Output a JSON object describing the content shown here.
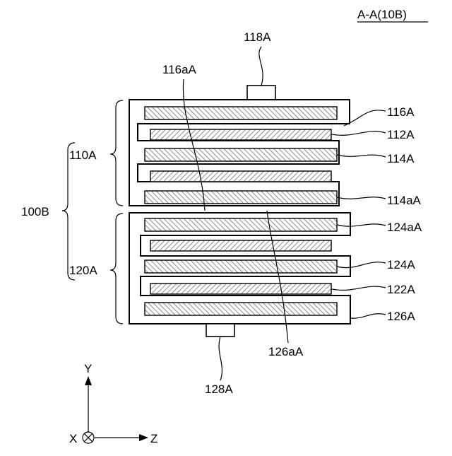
{
  "view_label": "A-A(10B)",
  "labels": {
    "battery": "100B",
    "group_top": "110A",
    "group_bottom": "120A",
    "tab_top": "118A",
    "tab_bottom": "128A",
    "collector_top": "116aA",
    "collector_bottom": "126aA",
    "r116A": "116A",
    "r112A": "112A",
    "r114A": "114A",
    "r114aA": "114aA",
    "r124aA": "124aA",
    "r124A": "124A",
    "r122A": "122A",
    "r126A": "126A"
  },
  "axes": {
    "y": "Y",
    "z": "Z",
    "x": "X"
  }
}
